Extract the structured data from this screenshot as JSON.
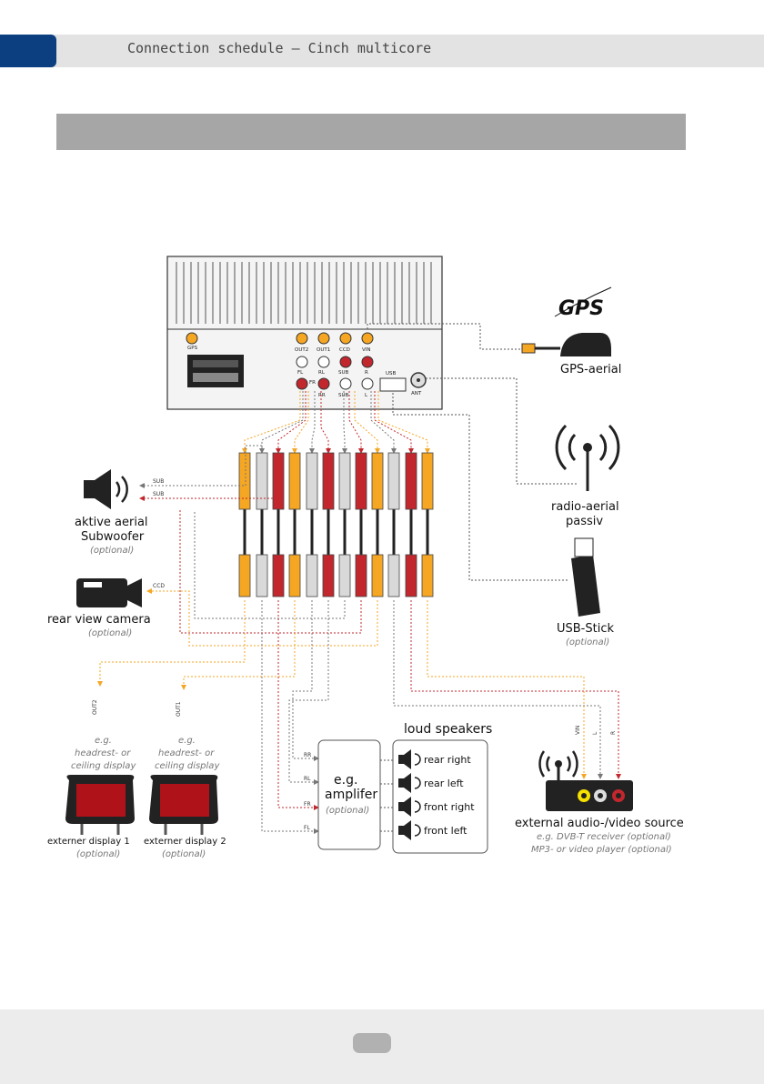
{
  "header": {
    "title": "Connection schedule – Cinch multicore"
  },
  "colors": {
    "accent": "#0b3f80",
    "yellow": "#f5a623",
    "red": "#c1272d",
    "white_plug": "#d9d9d9"
  },
  "unit": {
    "port_labels": [
      "GPS",
      "OUT2",
      "OUT1",
      "CCD",
      "VIN",
      "FL",
      "RL",
      "SUB",
      "R",
      "FR",
      "RR",
      "SUB",
      "L",
      "USB",
      "ANT"
    ]
  },
  "cable_labels": {
    "sub1": "SUB",
    "sub2": "SUB",
    "ccd": "CCD",
    "out2": "OUT2",
    "out1": "OUT1",
    "vin": "VIN",
    "l": "L",
    "r": "R",
    "rr": "RR",
    "rl": "RL",
    "fr": "FR",
    "fl": "FL"
  },
  "devices": {
    "gps": {
      "logo": "GPS",
      "label": "GPS-aerial"
    },
    "radio": {
      "label1": "radio-aerial",
      "label2": "passiv"
    },
    "usb": {
      "label": "USB-Stick",
      "note": "(optional)"
    },
    "subwoofer": {
      "label1": "aktive aerial",
      "label2": "Subwoofer",
      "note": "(optional)"
    },
    "camera": {
      "label": "rear view camera",
      "note": "(optional)"
    },
    "display1": {
      "eg": "e.g.",
      "line1": "headrest- or",
      "line2": "ceiling display",
      "label": "externer display 1",
      "note": "(optional)"
    },
    "display2": {
      "eg": "e.g.",
      "line1": "headrest- or",
      "line2": "ceiling display",
      "label": "externer display 2",
      "note": "(optional)"
    },
    "amplifier": {
      "line1": "e.g.",
      "line2": "amplifer",
      "note": "(optional)"
    },
    "speakers": {
      "title": "loud speakers",
      "items": [
        "rear right",
        "rear left",
        "front right",
        "front left"
      ]
    },
    "av_source": {
      "label": "external audio-/video source",
      "note1": "e.g. DVB-T receiver (optional)",
      "note2": "MP3- or video player (optional)"
    }
  }
}
